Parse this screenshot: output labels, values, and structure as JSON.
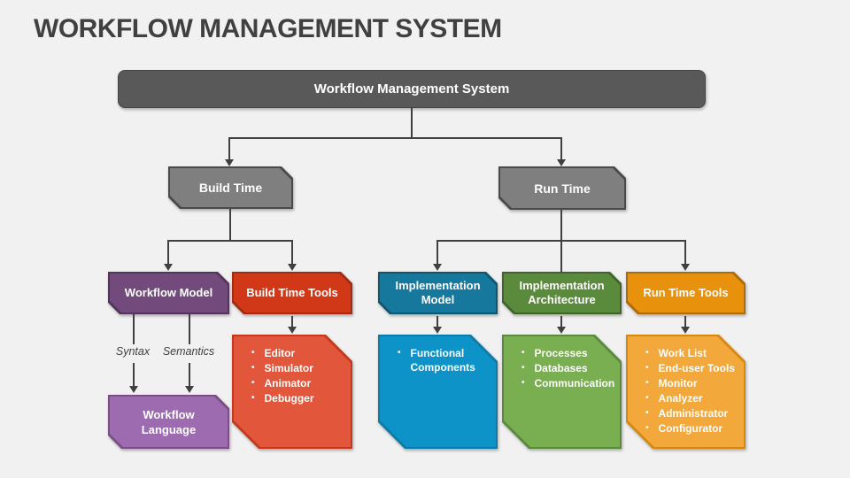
{
  "title": "WORKFLOW MANAGEMENT SYSTEM",
  "bullet_char": "•",
  "root": {
    "label": "Workflow Management System"
  },
  "branches": {
    "build": "Build Time",
    "run": "Run Time"
  },
  "workflow_model": {
    "header": "Workflow Model",
    "syntax_label": "Syntax",
    "semantics_label": "Semantics",
    "language_label": "Workflow Language"
  },
  "build_time_tools": {
    "header": "Build Time Tools",
    "items": [
      "Editor",
      "Simulator",
      "Animator",
      "Debugger"
    ]
  },
  "implementation_model": {
    "header": "Implementation Model",
    "items": [
      "Functional Components"
    ]
  },
  "implementation_architecture": {
    "header": "Implementation Architecture",
    "items": [
      "Processes",
      "Databases",
      "Communication"
    ]
  },
  "run_time_tools": {
    "header": "Run Time Tools",
    "items": [
      "Work List",
      "End-user Tools",
      "Monitor",
      "Analyzer",
      "Administrator",
      "Configurator"
    ]
  },
  "colors": {
    "background": "#F1F1F1",
    "title_text": "#404040",
    "connector": "#404040",
    "root_fill": "#595959",
    "branch_fill": "#7F7F7F",
    "purple_fill": "#724A7C",
    "purple_light_fill": "#9C6BB0",
    "red_fill": "#D03818",
    "red_light_fill": "#E2573B",
    "blue_fill": "#17789E",
    "blue_light_fill": "#0E93C9",
    "green_fill": "#5A8A3C",
    "green_light_fill": "#79AF51",
    "orange_fill": "#E8910D",
    "orange_light_fill": "#F3A83C"
  }
}
